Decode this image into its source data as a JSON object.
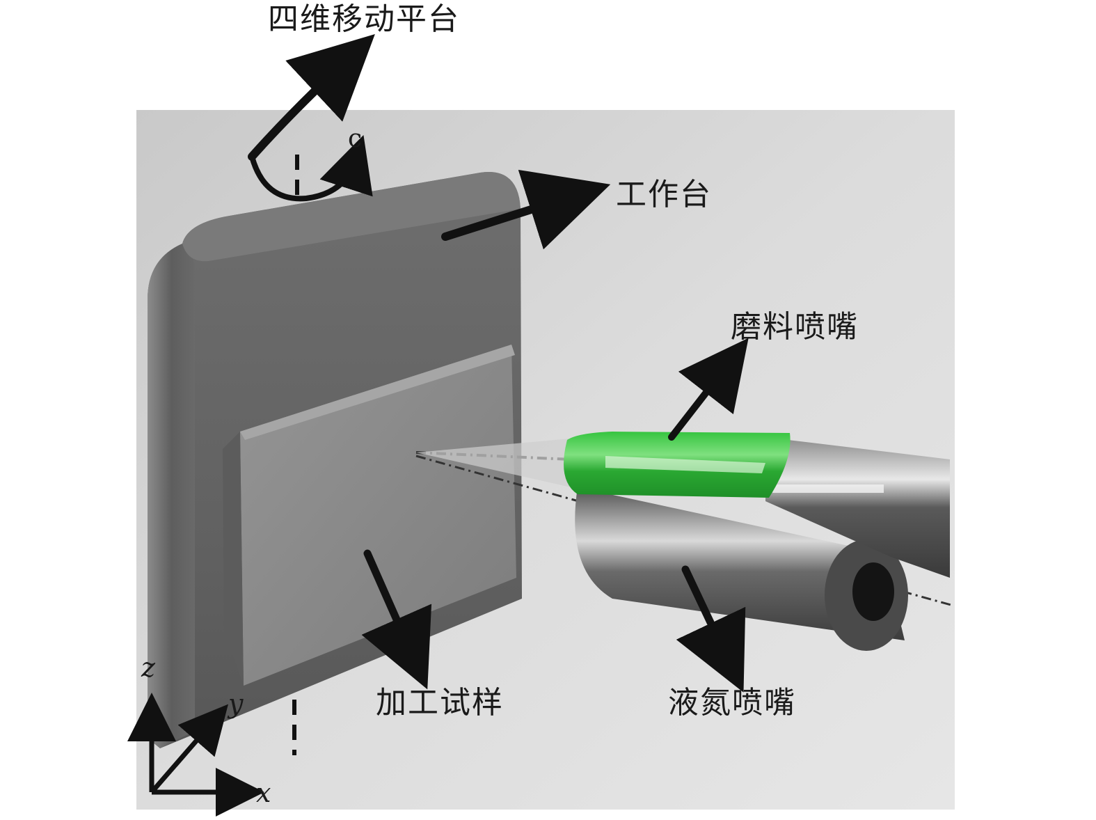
{
  "labels": {
    "platform": "四维移动平台",
    "table": "工作台",
    "abrasive_nozzle": "磨料喷嘴",
    "sample": "加工试样",
    "ln2_nozzle": "液氮喷嘴",
    "rotation": "c"
  },
  "axes": {
    "x": "x",
    "y": "y",
    "z": "z"
  },
  "colors": {
    "background": "#ffffff",
    "scene_backdrop": "#d4d4d4",
    "worktable": "#707070",
    "sample": "#8a8a8a",
    "abrasive_nozzle": "#2fbf3a",
    "ln2_nozzle": "#5a5a5a",
    "arrows": "#111111"
  }
}
